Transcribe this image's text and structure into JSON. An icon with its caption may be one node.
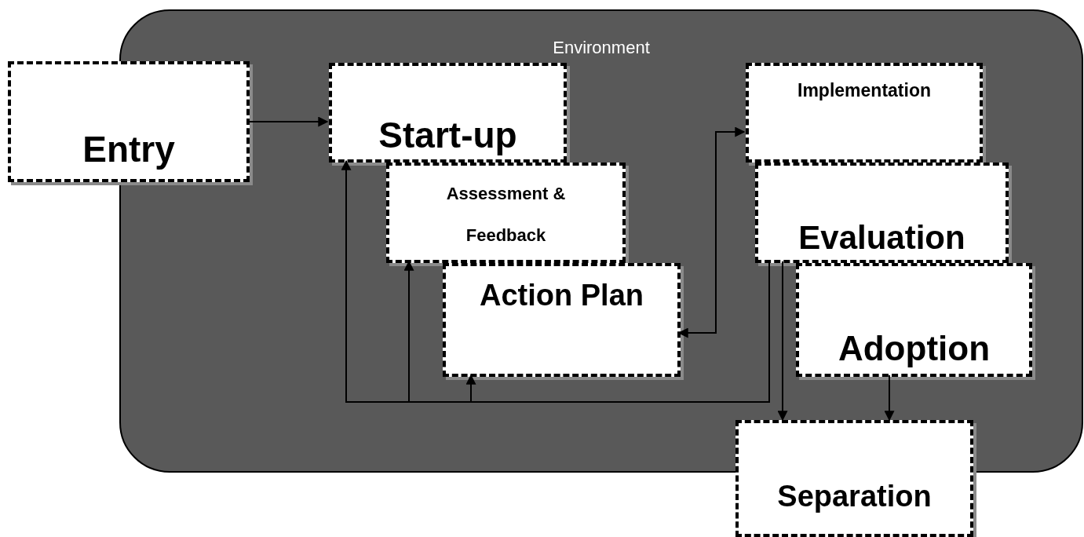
{
  "diagram": {
    "nodes": [
      {
        "text": [
          "Environment"
        ]
      },
      {
        "text": [
          "Entry"
        ]
      },
      {
        "text": [
          "Start-up"
        ],
        "in": 0
      },
      {
        "text": [
          "Assessment & Feedback"
        ],
        "in": 0
      },
      {
        "text": [
          "Action Plan"
        ],
        "in": 0
      },
      {
        "text": [
          "Implementation"
        ],
        "in": 0
      },
      {
        "text": [
          "Evaluation"
        ],
        "in": 0
      },
      {
        "text": [
          "Adoption"
        ],
        "in": 0
      },
      {
        "text": [
          "Separation"
        ]
      }
    ],
    "edges": [
      {
        "from": 1,
        "to": 2,
        "arrow": "to"
      },
      {
        "from": 4,
        "to": 5,
        "arrow": "both"
      },
      {
        "from": 6,
        "to": 2,
        "arrow": "to"
      },
      {
        "from": 6,
        "to": 3,
        "arrow": "to"
      },
      {
        "from": 6,
        "to": 4,
        "arrow": "to"
      },
      {
        "from": 6,
        "to": 8,
        "arrow": "to"
      },
      {
        "from": 7,
        "to": 8,
        "arrow": "to"
      }
    ]
  }
}
